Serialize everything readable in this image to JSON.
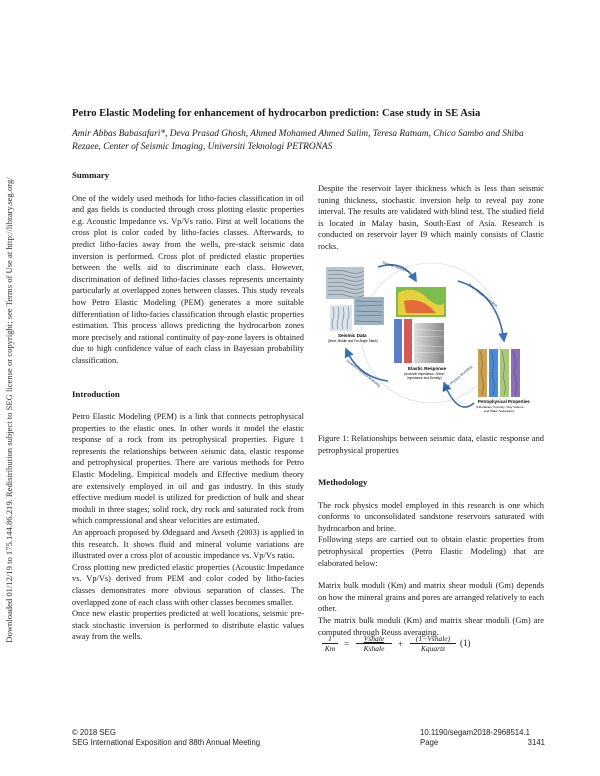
{
  "side_note": "Downloaded 01/12/19 to 175.144.86.219. Redistribution subject to SEG license or copyright; see Terms of Use at http://library.seg.org/",
  "title": "Petro Elastic Modeling for enhancement of hydrocarbon prediction: Case study in SE Asia",
  "authors": "Amir Abbas Babasafari*, Deva Prasad Ghosh, Ahmed Mohamed Ahmed Salim, Teresa Ratnam, Chico Sambo and Shiba Rezaee, Center of Seismic Imaging, Universiti Teknologi PETRONAS",
  "summary": {
    "heading": "Summary",
    "text": "One of the widely used methods for litho-facies classification in oil and gas fields is conducted through cross plotting elastic properties e.g. Acoustic Impedance vs. Vp/Vs ratio. First at well locations the cross plot is color coded by litho-facies classes. Afterwards, to predict litho-facies away from the wells, pre-stack seismic data inversion is performed. Cross plot of predicted elastic properties between the wells aid to discriminate each class. However, discrimination of defined litho-facies classes represents uncertainty particularly at overlapped zones between classes. This study reveals how Petro Elastic Modeling (PEM) generates a more suitable differentiation of litho-facies classification through elastic properties estimation. This process allows predicting the hydrocarbon zones more precisely and rational continuity of pay-zone layers is obtained due to high confidence value of each class in Bayesian probability classification."
  },
  "introduction": {
    "heading": "Introduction",
    "p1": "Petro Elastic Modeling (PEM) is a link that connects petrophysical properties to the elastic ones. In other words it model the elastic response of a rock from its petrophysical properties. Figure 1 represents the relationships between seismic data, elastic response and petrophysical properties. There are various methods for Petro Elastic Modeling. Empirical models and Effective medium theory are extensively employed in oil and gas industry. In this study effective medium model is utilized for prediction of bulk and shear moduli in three stages; solid rock, dry rock and saturated rock from which compressional and shear velocities are estimated.",
    "p2": "An approach proposed by Ødegaard and Avseth (2003) is applied in this research. It shows fluid and mineral volume variations are illustrated over a cross plot of acoustic impedance vs. Vp/Vs ratio.",
    "p3": "Cross plotting new predicted elastic properties (Acoustic Impedance vs. Vp/Vs) derived from PEM and color coded by litho-facies classes demonstrates more obvious separation of classes. The overlapped zone of each class with other classes becomes smaller.",
    "p4": "Once new elastic properties predicted at well locations, seismic pre-stack stochastic inversion is performed to distribute elastic values away from the wells."
  },
  "right_intro": "Despite the reservoir layer thickness which is less than seismic tuning thickness, stochastic inversion help to reveal pay zone interval. The results are validated with blind test. The studied field is located in Malay basin, South-East of Asia. Research is conducted on reservoir layer I9 which mainly consists of Clastic rocks.",
  "figure": {
    "seismic_title": "Seismic Data",
    "seismic_sub": "(Near, Middle and Far Angle Stack)",
    "elastic_title": "Elastic Response",
    "elastic_sub1": "(Acoustic Impedance, Shear",
    "elastic_sub2": "Impedance and Density)",
    "petro_title": "Petrophysical Properties",
    "petro_sub1": "(Lithofacies, Porosity, Clay Volume",
    "petro_sub2": "and Water Saturation)",
    "arrow_si": "Seismic Inversion",
    "arrow_pe": "Petro-Elastic Inversion",
    "arrow_fm": "Seismic Forward Modeling",
    "arrow_rp": "Rock Physics Modeling"
  },
  "caption": "Figure 1: Relationships between seismic data, elastic response and petrophysical properties",
  "methodology": {
    "heading": "Methodology",
    "p1": "The rock physics model employed in this research is one which conforms to unconsolidated sandstone reservoirs saturated with hydrocarbon and brine.",
    "p2": "Following steps are carried out to obtain elastic properties from petrophysical properties (Petro Elastic Modeling) that are elaborated below:",
    "p3": "Matrix bulk moduli (Km) and matrix shear moduli (Gm) depends on how the mineral grains and pores are arranged relatively to each other.",
    "p4": "The matrix bulk moduli (Km) and matrix shear moduli (Gm) are computed through Reuss averaging."
  },
  "equation": {
    "lhs_num": "1",
    "lhs_den": "Km",
    "t1_num": "Vshale",
    "t1_den": "Kshale",
    "plus": "+",
    "t2_num": "(1−Vshale)",
    "t2_den": "Kquartz",
    "number": "(1)"
  },
  "footer": {
    "copyright": "© 2018 SEG",
    "conference": "SEG International Exposition and 88th Annual Meeting",
    "doi": "10.1190/segam2018-2968514.1",
    "page_label": "Page",
    "page_number": "3141"
  }
}
